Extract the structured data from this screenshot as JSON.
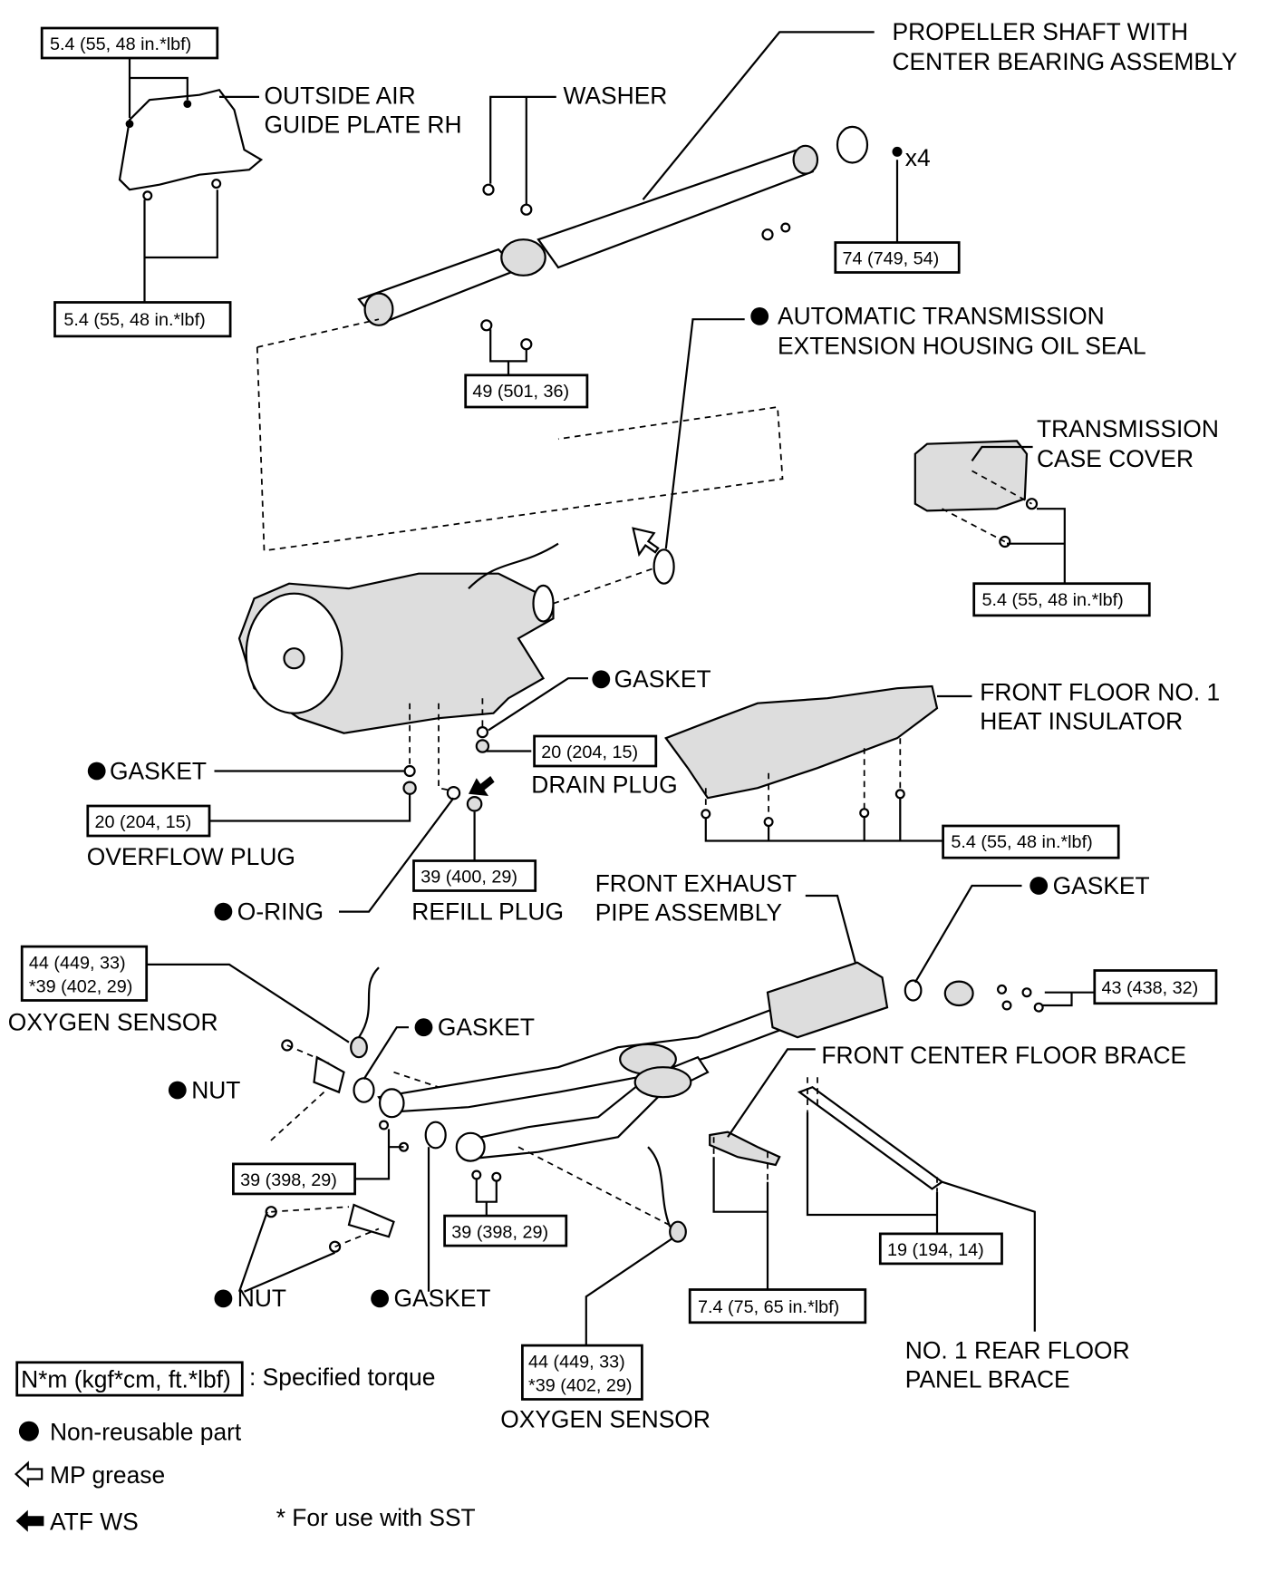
{
  "labels": {
    "outside_air_1": "OUTSIDE AIR",
    "outside_air_2": "GUIDE PLATE RH",
    "washer": "WASHER",
    "prop_1": "PROPELLER SHAFT WITH",
    "prop_2": "CENTER BEARING ASSEMBLY",
    "x4": "x4",
    "oil_seal_1": "AUTOMATIC TRANSMISSION",
    "oil_seal_2": "EXTENSION HOUSING OIL SEAL",
    "case_cover_1": "TRANSMISSION",
    "case_cover_2": "CASE COVER",
    "gasket_drain": "GASKET",
    "heat_ins_1": "FRONT FLOOR NO. 1",
    "heat_ins_2": "HEAT INSULATOR",
    "drain_plug": "DRAIN PLUG",
    "gasket_overflow": "GASKET",
    "overflow_plug": "OVERFLOW PLUG",
    "refill_plug": "REFILL PLUG",
    "o_ring": "O-RING",
    "exhaust_1": "FRONT EXHAUST",
    "exhaust_2": "PIPE ASSEMBLY",
    "gasket_rear": "GASKET",
    "oxygen_sensor_1": "OXYGEN SENSOR",
    "gasket_o2": "GASKET",
    "center_brace": "FRONT CENTER FLOOR BRACE",
    "nut_1": "NUT",
    "nut_2": "NUT",
    "gasket_lower": "GASKET",
    "rear_brace_1": "NO. 1 REAR FLOOR",
    "rear_brace_2": "PANEL BRACE",
    "oxygen_sensor_2": "OXYGEN SENSOR"
  },
  "torques": {
    "guide_plate_top": "5.4 (55, 48 in.*lbf)",
    "guide_plate_bottom": "5.4 (55, 48 in.*lbf)",
    "prop_flange": "74 (749, 54)",
    "center_bearing": "49 (501, 36)",
    "case_cover": "5.4 (55, 48 in.*lbf)",
    "drain_plug": "20 (204, 15)",
    "overflow_plug": "20 (204, 15)",
    "heat_insulator": "5.4 (55, 48 in.*lbf)",
    "refill_plug": "39 (400, 29)",
    "o2_left_1": "44 (449, 33)",
    "o2_left_2": "*39 (402, 29)",
    "rear_flange": "43 (438, 32)",
    "front_nuts": "39 (398, 29)",
    "mid_bolts": "39 (398, 29)",
    "rear_brace": "19 (194, 14)",
    "center_brace": "7.4 (75, 65 in.*lbf)",
    "o2_right_1": "44 (449, 33)",
    "o2_right_2": "*39 (402, 29)"
  },
  "legend": {
    "torque_unit": "N*m (kgf*cm, ft.*lbf)",
    "torque_desc": ": Specified torque",
    "non_reusable": "Non-reusable part",
    "mp_grease": "MP grease",
    "atf_ws": "ATF WS",
    "sst_note": "* For use with SST"
  }
}
